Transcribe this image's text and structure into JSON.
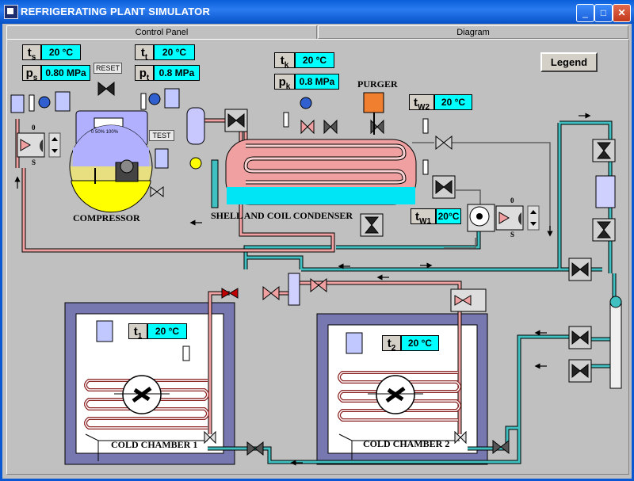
{
  "window": {
    "title": "REFRIGERATING PLANT SIMULATOR",
    "minimize": "_",
    "maximize": "□",
    "close": "✕"
  },
  "tabs": {
    "control_panel": "Control Panel",
    "diagram": "Diagram"
  },
  "legend_button": "Legend",
  "buttons": {
    "reset": "RESET",
    "test": "TEST"
  },
  "labels": {
    "compressor": "COMPRESSOR",
    "condenser": "SHELL AND COIL CONDENSER",
    "purger": "PURGER",
    "cold_chamber_1": "COLD CHAMBER 1",
    "cold_chamber_2": "COLD CHAMBER 2"
  },
  "readouts": {
    "ts": {
      "symbol": "t",
      "sub": "s",
      "value": "20 °C"
    },
    "ps": {
      "symbol": "p",
      "sub": "s",
      "value": "0.80 MPa"
    },
    "tt": {
      "symbol": "t",
      "sub": "t",
      "value": "20 °C"
    },
    "pt": {
      "symbol": "p",
      "sub": "t",
      "value": "0.8 MPa"
    },
    "tk": {
      "symbol": "t",
      "sub": "k",
      "value": "20 °C"
    },
    "pk": {
      "symbol": "p",
      "sub": "k",
      "value": "0.8 MPa"
    },
    "tw2": {
      "symbol": "t",
      "sub": "W2",
      "value": "20 °C"
    },
    "tw1": {
      "symbol": "t",
      "sub": "W1",
      "value": "20°C"
    },
    "t1": {
      "symbol": "t",
      "sub": "1",
      "value": "20 °C"
    },
    "t2": {
      "symbol": "t",
      "sub": "2",
      "value": "20 °C"
    }
  },
  "compressor_gauge": {
    "scale": "0 50% 100%"
  },
  "switch_marks": {
    "zero": "0",
    "s": "S"
  },
  "colors": {
    "refrigerant": "#f0a0a0",
    "water": "#40c0c0",
    "readout": "#00ffff",
    "chamber_frame": "#7878b0",
    "oil": "#ffff00"
  }
}
